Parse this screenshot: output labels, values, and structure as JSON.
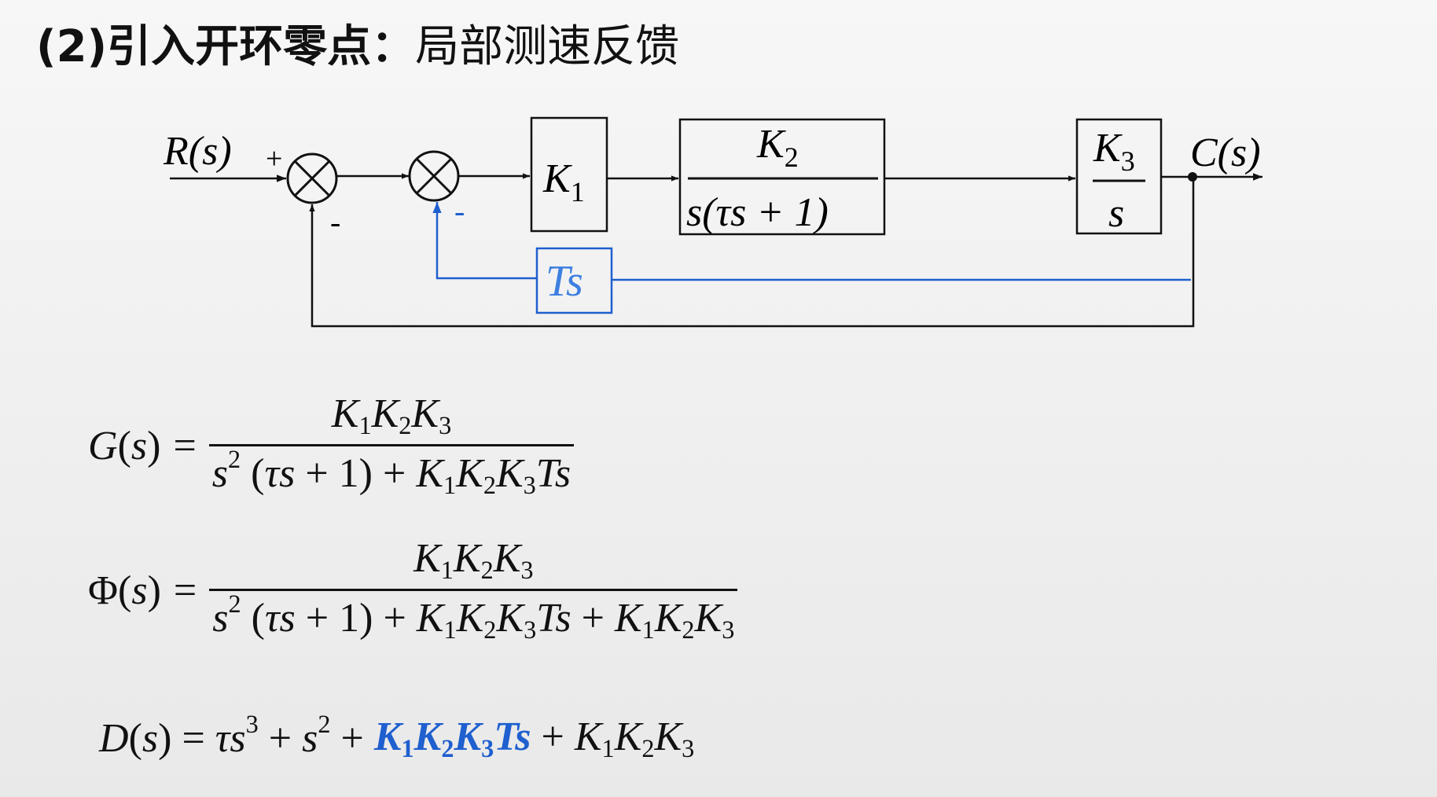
{
  "title": {
    "bold_part": "(2)引入开环零点：",
    "normal_part": "局部测速反馈"
  },
  "diagram": {
    "input_label": "R(s)",
    "output_label": "C(s)",
    "sign_plus": "+",
    "sign_minus_outer": "-",
    "sign_minus_inner": "-",
    "block_k1": "K1",
    "block_k2_num": "K2",
    "block_k2_den": "s(τs + 1)",
    "block_k3_num": "K3",
    "block_k3_den": "s",
    "feedback_block": "Ts",
    "colors": {
      "line": "#111111",
      "feedback": "#1f5fcf",
      "feedback_text": "#3d7fe0"
    }
  },
  "equations": {
    "g": {
      "lhs": "G(s) =",
      "numerator": "K1K2K3",
      "denominator": "s2 (τs + 1) + K1K2K3Ts"
    },
    "phi": {
      "lhs": "Φ(s) =",
      "numerator": "K1K2K3",
      "denominator": "s2 (τs + 1) + K1K2K3Ts + K1K2K3"
    },
    "d": {
      "text": "D(s) = τs3 + s2 + K1K2K3Ts + K1K2K3",
      "highlight_term": "K1K2K3Ts",
      "highlight_color": "#1f5fcf"
    }
  }
}
